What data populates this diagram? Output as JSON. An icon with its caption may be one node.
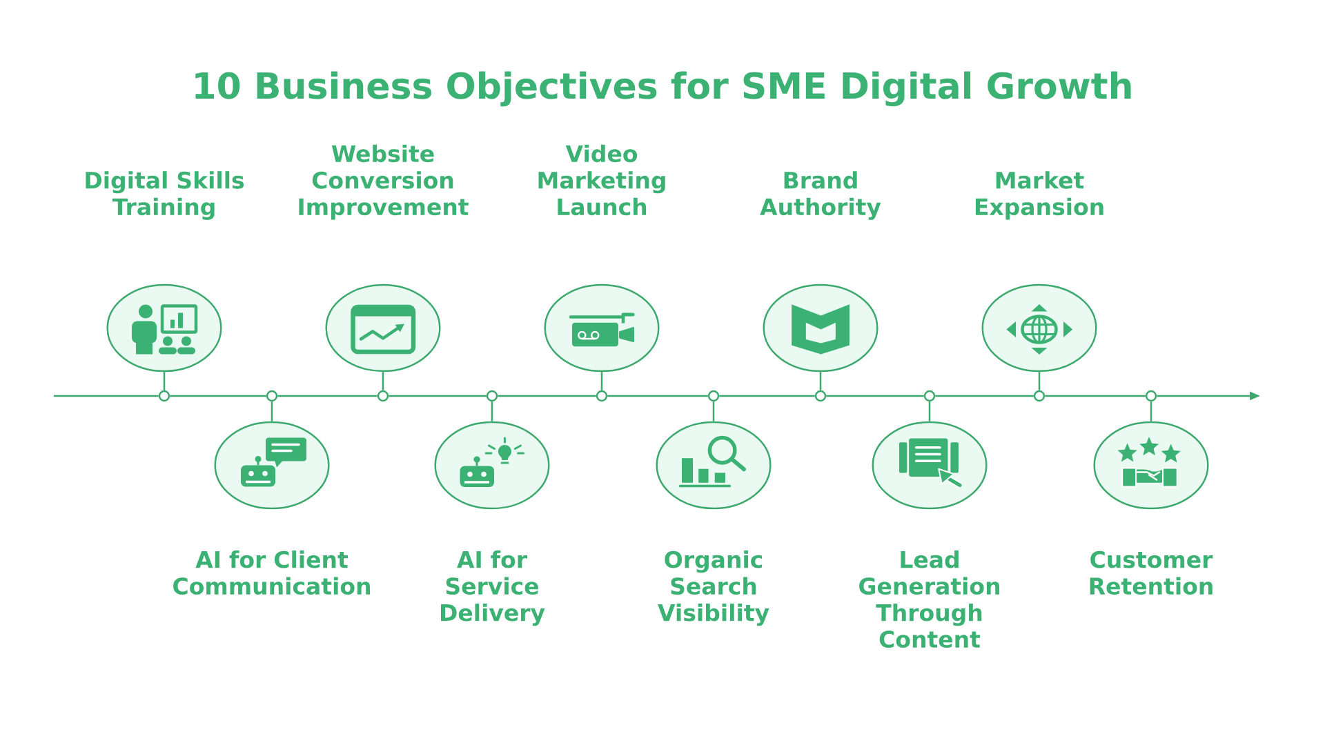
{
  "diagram": {
    "title": "10 Business Objectives for SME Digital Growth",
    "nodes": [
      {
        "text": [
          "Digital Skills Training"
        ]
      },
      {
        "text": [
          "AI for Client Communication"
        ]
      },
      {
        "text": [
          "Website Conversion Improvement"
        ]
      },
      {
        "text": [
          "AI for Service Delivery"
        ]
      },
      {
        "text": [
          "Video Marketing Launch"
        ]
      },
      {
        "text": [
          "Organic Search Visibility"
        ]
      },
      {
        "text": [
          "Brand Authority"
        ]
      },
      {
        "text": [
          "Lead Generation Through Content"
        ]
      },
      {
        "text": [
          "Market Expansion"
        ]
      },
      {
        "text": [
          "Customer Retention"
        ]
      },
      {
        "text": [],
        "shape": "circle"
      },
      {
        "text": [],
        "shape": "circle"
      },
      {
        "text": [],
        "shape": "circle"
      },
      {
        "text": [],
        "shape": "circle"
      },
      {
        "text": [],
        "shape": "circle"
      },
      {
        "text": [],
        "shape": "circle"
      },
      {
        "text": [],
        "shape": "circle"
      },
      {
        "text": [],
        "shape": "circle"
      },
      {
        "text": [],
        "shape": "circle"
      },
      {
        "text": [],
        "shape": "circle"
      }
    ],
    "edges": [
      {
        "from": null,
        "to": 10,
        "arrow": "none"
      },
      {
        "from": 10,
        "to": 11,
        "arrow": "none"
      },
      {
        "from": 11,
        "to": 12,
        "arrow": "none"
      },
      {
        "from": 12,
        "to": 13,
        "arrow": "none"
      },
      {
        "from": 13,
        "to": 14,
        "arrow": "none"
      },
      {
        "from": 14,
        "to": 15,
        "arrow": "none"
      },
      {
        "from": 15,
        "to": 16,
        "arrow": "none"
      },
      {
        "from": 16,
        "to": 17,
        "arrow": "none"
      },
      {
        "from": 17,
        "to": 18,
        "arrow": "none"
      },
      {
        "from": 18,
        "to": 19,
        "arrow": "none"
      },
      {
        "from": 19,
        "to": null,
        "arrow": "to"
      },
      {
        "from": 0,
        "to": 10,
        "arrow": "none"
      },
      {
        "from": 1,
        "to": 11,
        "arrow": "none"
      },
      {
        "from": 2,
        "to": 12,
        "arrow": "none"
      },
      {
        "from": 3,
        "to": 13,
        "arrow": "none"
      },
      {
        "from": 4,
        "to": 14,
        "arrow": "none"
      },
      {
        "from": 5,
        "to": 15,
        "arrow": "none"
      },
      {
        "from": 6,
        "to": 16,
        "arrow": "none"
      },
      {
        "from": 7,
        "to": 17,
        "arrow": "none"
      },
      {
        "from": 8,
        "to": 18,
        "arrow": "none"
      },
      {
        "from": 9,
        "to": 19,
        "arrow": "none"
      }
    ]
  }
}
